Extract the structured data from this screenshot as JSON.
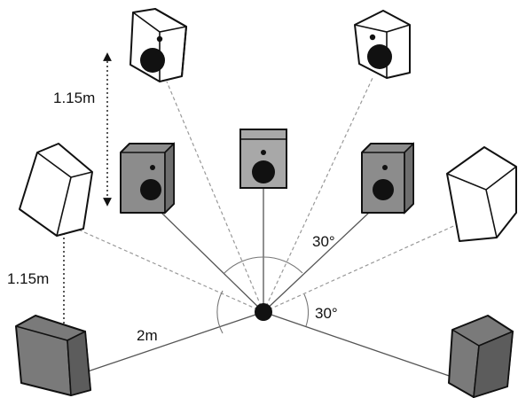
{
  "labels": {
    "spacing_upper": "1.15m",
    "spacing_lower": "1.15m",
    "radius": "2m",
    "angle_inner": "30°",
    "angle_outer": "30°"
  },
  "colors": {
    "front_speaker": "#8c8c8c",
    "center_speaker": "#a8a8a8",
    "rear_speaker": "#7a7a7a",
    "height_speaker": "#ffffff",
    "outline": "#111111",
    "solid_line": "#555555",
    "dashed_line": "#999999"
  }
}
